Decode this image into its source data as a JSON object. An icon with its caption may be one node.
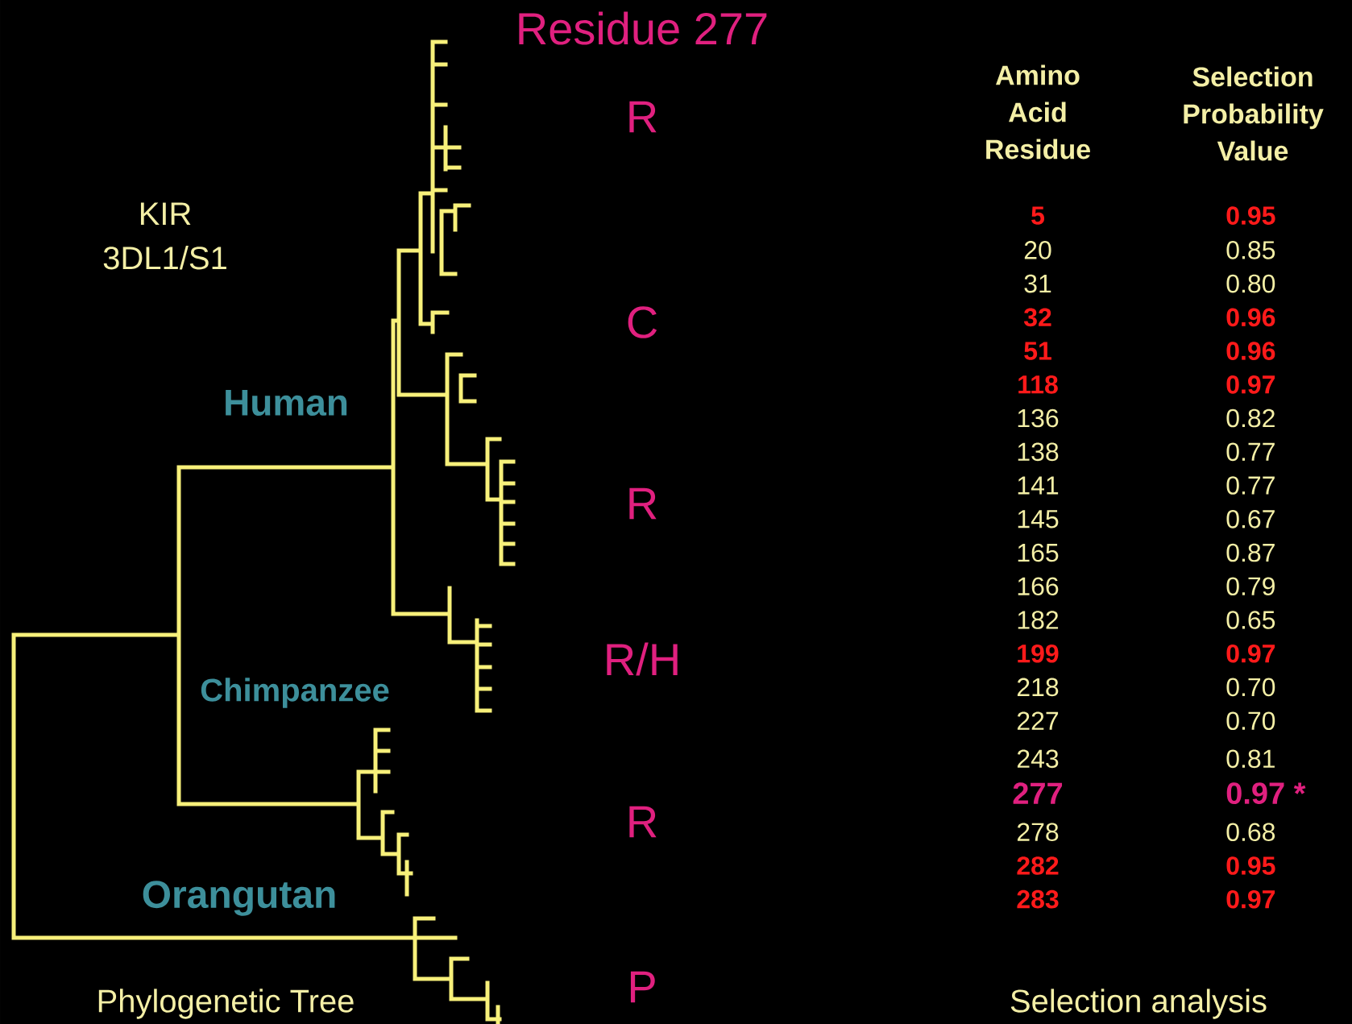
{
  "diagram": {
    "title": "Residue 277",
    "labels": [
      "KIR 3DL1/S1",
      "Human",
      "Chimpanzee",
      "Orangutan",
      "R",
      "C",
      "R",
      "R/H",
      "R",
      "P",
      "Amino Acid Residue",
      "Selection Probability Value",
      "5",
      "0.95",
      "20",
      "0.85",
      "31",
      "0.80",
      "32",
      "0.96",
      "51",
      "0.96",
      "118",
      "0.97",
      "136",
      "0.82",
      "138",
      "0.77",
      "141",
      "0.77",
      "145",
      "0.67",
      "165",
      "0.87",
      "166",
      "0.79",
      "182",
      "0.65",
      "199",
      "0.97",
      "218",
      "0.70",
      "227",
      "0.70",
      "243",
      "0.81",
      "277",
      "0.97 *",
      "278",
      "0.68",
      "282",
      "0.95",
      "283",
      "0.97",
      "Phylogenetic Tree",
      "Selection analysis"
    ]
  }
}
